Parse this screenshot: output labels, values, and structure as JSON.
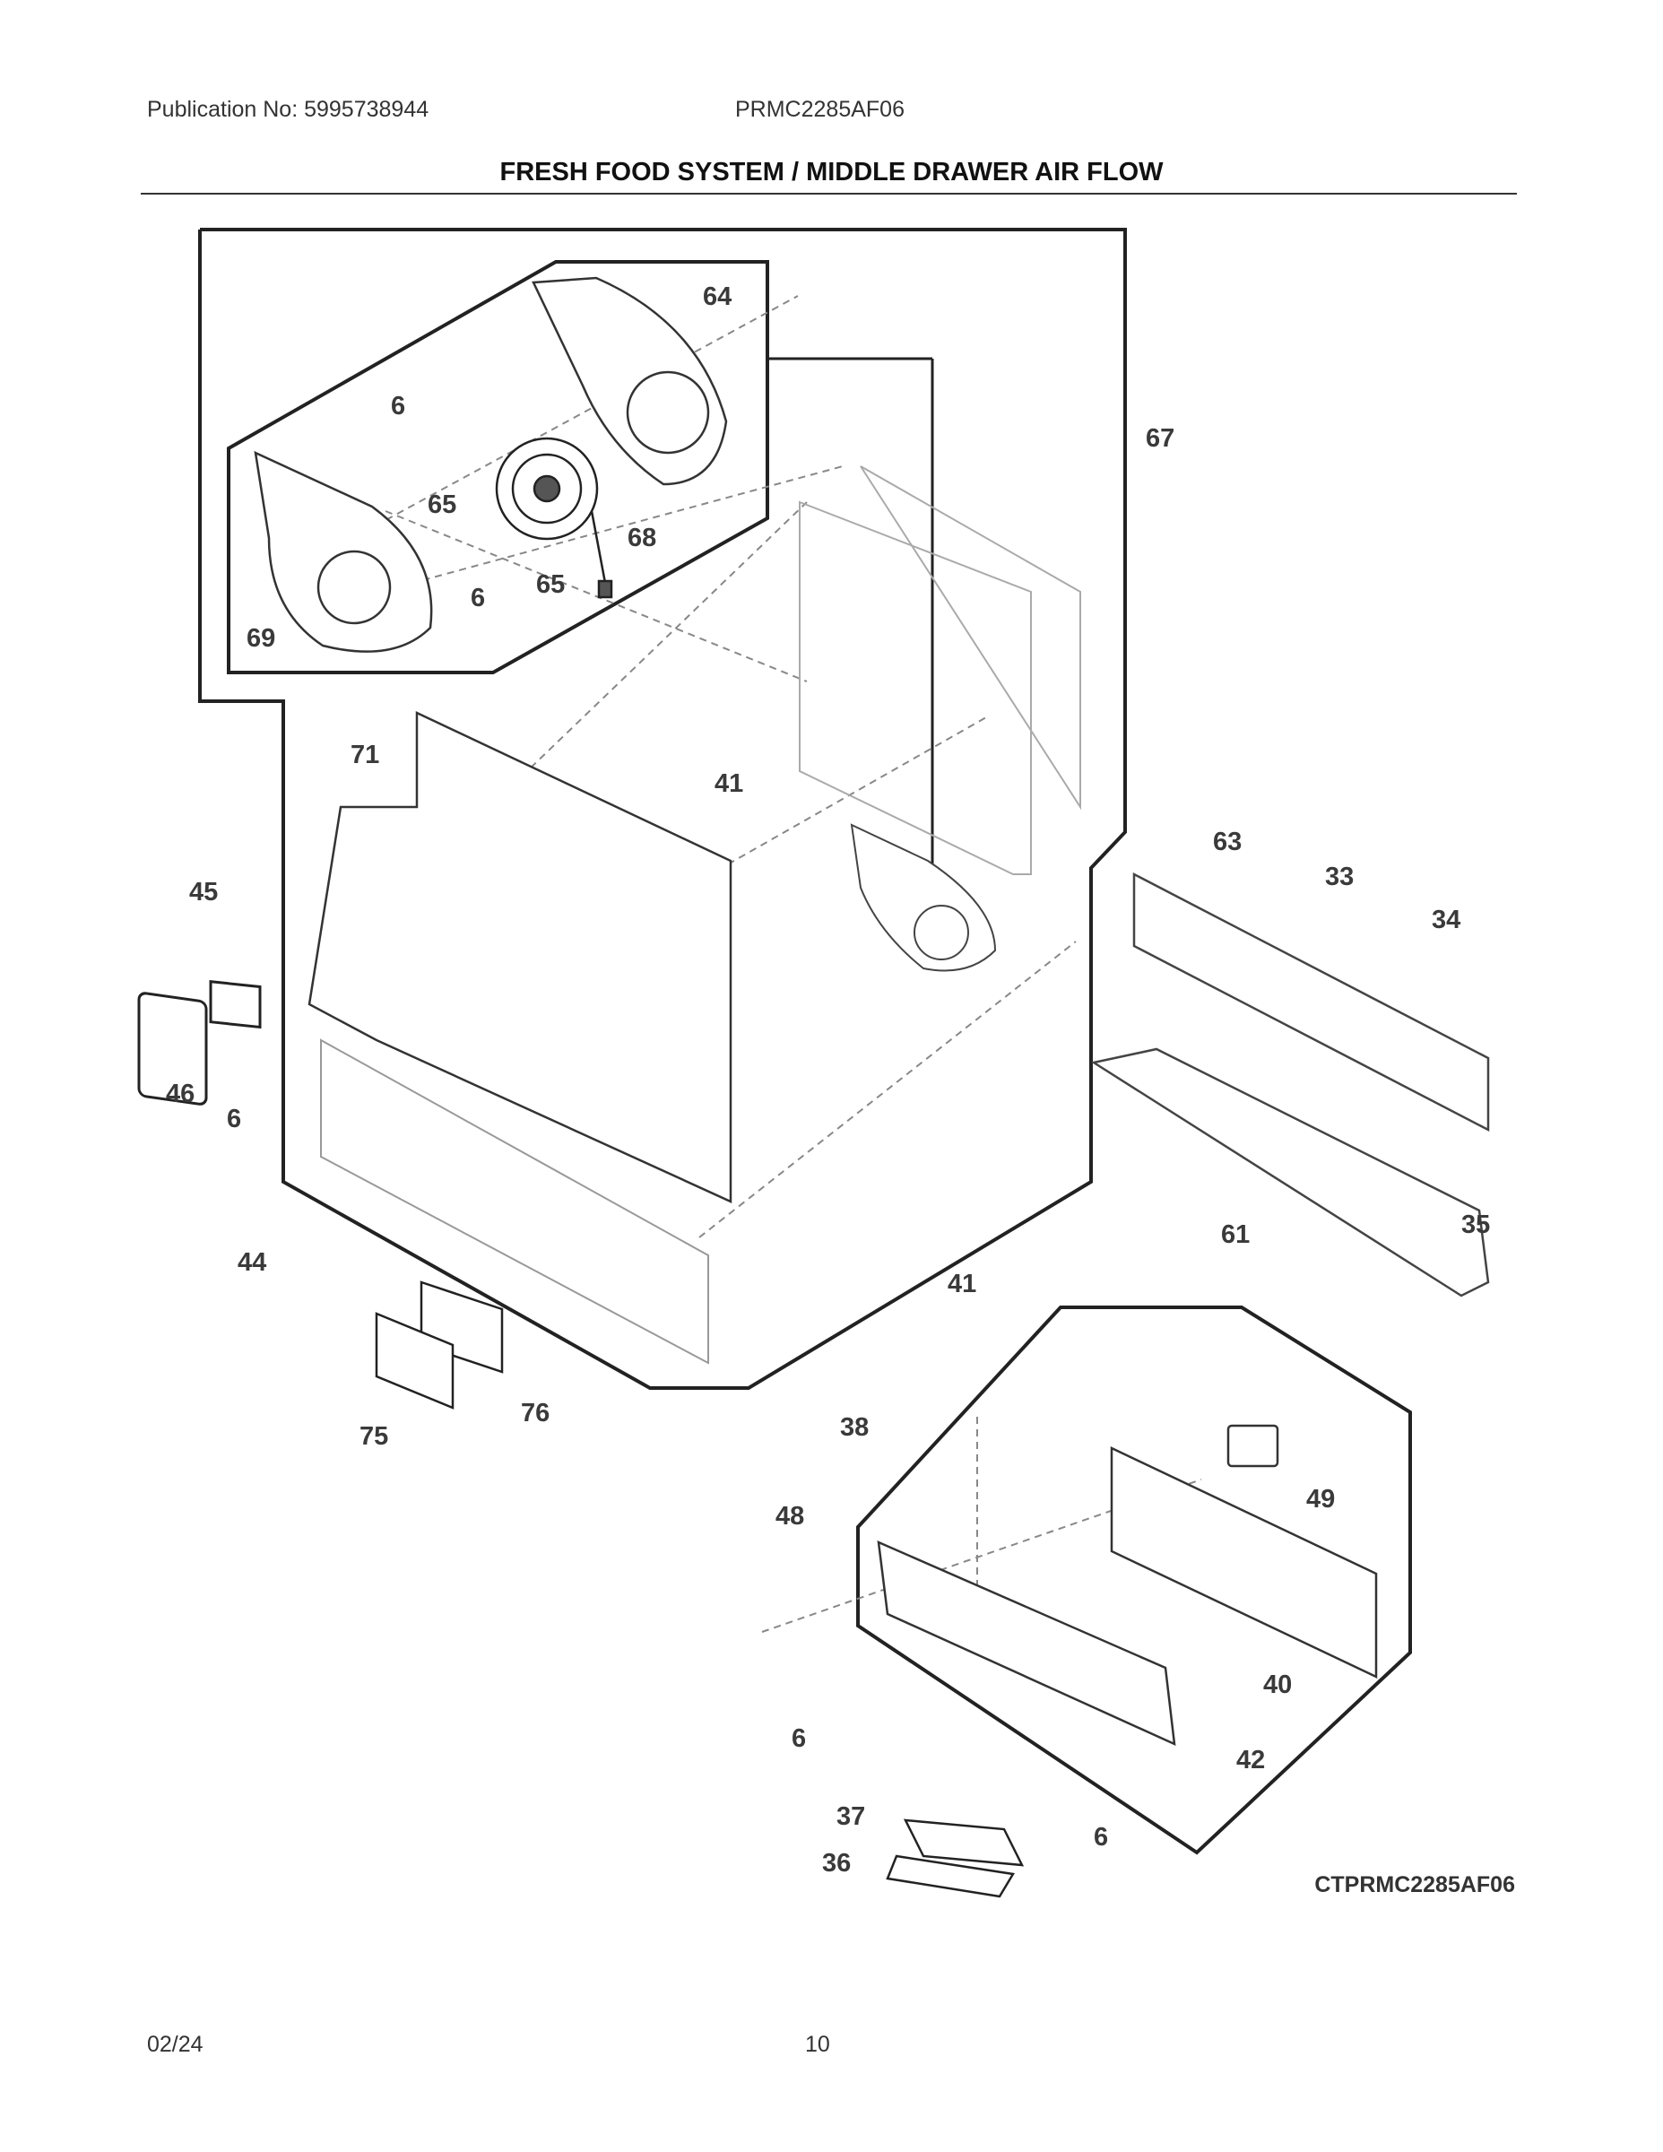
{
  "header": {
    "publication": "Publication No: 5995738944",
    "model": "PRMC2285AF06"
  },
  "title": "FRESH FOOD SYSTEM / MIDDLE DRAWER AIR FLOW",
  "callouts": [
    "64",
    "6",
    "65",
    "68",
    "65",
    "6",
    "69",
    "67",
    "71",
    "41",
    "45",
    "46",
    "6",
    "44",
    "63",
    "33",
    "34",
    "61",
    "35",
    "41",
    "76",
    "75",
    "38",
    "49",
    "48",
    "40",
    "42",
    "6",
    "37",
    "6",
    "36"
  ],
  "diagram_code": "CTPRMC2285AF06",
  "footer": {
    "date": "02/24",
    "page": "10"
  }
}
